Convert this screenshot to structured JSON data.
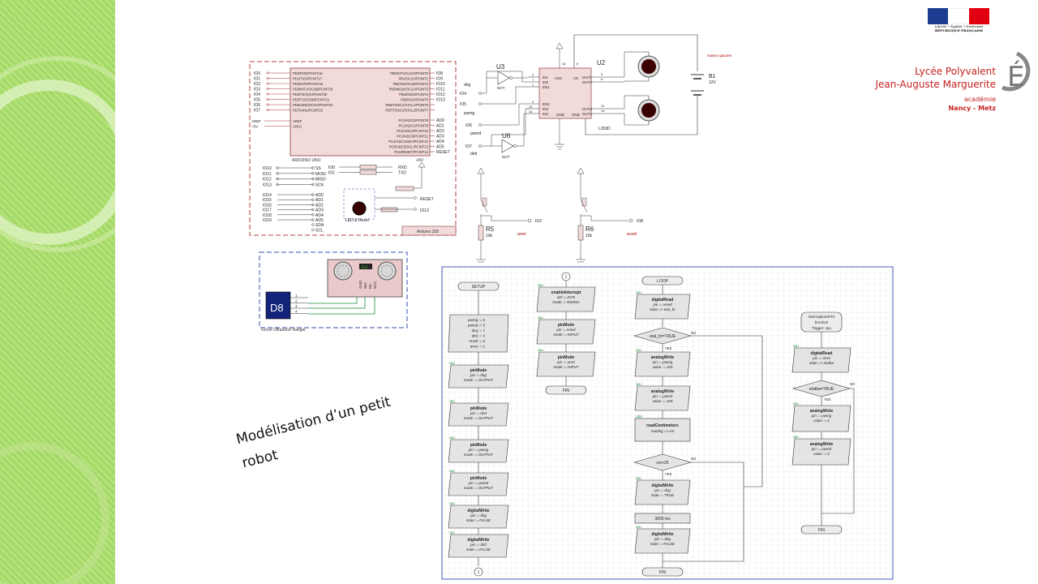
{
  "header": {
    "rf_motto": "Liberté • Égalité • Fraternité",
    "rf_name": "RÉPUBLIQUE FRANÇAISE",
    "school_line1": "Lycée Polyvalent",
    "school_line2": "Jean-Auguste Marguerite",
    "academie": "académie",
    "academie_city": "Nancy - Metz",
    "logo_letter": "É",
    "colors": {
      "blue": "#1f3c93",
      "red": "#e1000f",
      "school": "#c42020"
    }
  },
  "caption": {
    "line1": "Modélisation d’un petit",
    "line2": "robot"
  },
  "arduino": {
    "title": "ARDUINO UNO",
    "board_label": "Arduino 328",
    "left_io": [
      "IO0",
      "IO1",
      "IO2",
      "IO3",
      "IO4",
      "IO5",
      "IO6",
      "IO7"
    ],
    "left_pins": [
      "PD0/RXD/PCINT16",
      "PD1/TXD/PCINT17",
      "PD2/INT0/PCINT18",
      "PD3/INT1/OC2B/PCINT19",
      "PD4/T0/XCK/PCINT20",
      "PD5/T1/OC0B/PCINT21",
      "PD6/AIN0/OC0A/PCINT22",
      "PD7/AIN1/PCINT23"
    ],
    "right_pins": [
      "PB0/ICP1/CLKO/PCINT0",
      "PB1/OC1A/PCINT1",
      "PB2/SS/OC1B/PCINT2",
      "PB3/MOSI/OC2A/PCINT3",
      "PB4/MISO/PCINT4",
      "PB5/SCK/PCINT5",
      "PB6/TOSC1/XTAL1/PCINT6",
      "PB7/TOSC2/XTAL2/PCINT7"
    ],
    "right_io": [
      "IO8",
      "IO9",
      "IO10",
      "IO11",
      "IO12",
      "IO13",
      "",
      ""
    ],
    "aref": [
      "AREF",
      "AVCC"
    ],
    "aref_left": [
      "AREF",
      "+5V"
    ],
    "adc_pins": [
      "PC0/ADC0/PCINT8",
      "PC1/ADC1/PCINT9",
      "PC2/ADC2/PCINT10",
      "PC3/ADC3/PCINT11",
      "PC4/ADC4/SDA/PCINT12",
      "PC5/ADC5/SCL/PCINT13",
      "PC6/RESET/PCINT14"
    ],
    "adc_io": [
      "AD0",
      "AD1",
      "AD2",
      "AD3",
      "AD4",
      "AD5",
      "RESET"
    ],
    "spi_left": [
      "IO10",
      "IO11",
      "IO12",
      "IO13"
    ],
    "spi_right": [
      "SS",
      "MOSI",
      "MISO",
      "SCK"
    ],
    "uart_left": [
      "IO0",
      "IO1"
    ],
    "uart_right": [
      "RXD",
      "TXD"
    ],
    "analog_left": [
      "IO14",
      "IO15",
      "IO16",
      "IO17",
      "IO18",
      "IO19"
    ],
    "analog_right": [
      "AD0",
      "AD1",
      "AD2",
      "AD3",
      "AD4",
      "AD5",
      "SDA",
      "SCL"
    ],
    "reset_label": "RESET",
    "io13_label": "IO13",
    "led_reset": "LED & Reset",
    "plus5": "+5V"
  },
  "driver": {
    "u3": "U3",
    "u6": "U6",
    "not_label": "NOT",
    "inputs_left": [
      "dirg",
      "IO4",
      "IO5",
      "pwmg",
      "IO6",
      "pwmd",
      "IO7",
      "dird"
    ],
    "chip_left": [
      "IN1",
      "IN2",
      "EN1",
      "EN2",
      "IN3",
      "IN4"
    ],
    "chip_top": [
      "VSS",
      "VS"
    ],
    "chip_right": [
      "OUT1",
      "OUT2",
      "OUT3",
      "OUT4"
    ],
    "chip_bottom": [
      "GND",
      "GND"
    ],
    "chip_name": "L293D",
    "pin_numbers": [
      "2",
      "7",
      "1",
      "9",
      "10",
      "15",
      "16",
      "8",
      "3",
      "6",
      "11",
      "14"
    ],
    "u2": "U2",
    "motor_label": "moteur gauche",
    "battery": "B1",
    "battery_value": "12V"
  },
  "sensors": {
    "r5": "R5",
    "r5_value": "10k",
    "r5_io": "IO2",
    "r5_name": "arret",
    "r6": "R6",
    "r6_value": "10k",
    "r6_io": "IO8",
    "r6_name": "reveil"
  },
  "ultrasonic": {
    "module": "D8",
    "label": "Grove Ultrasonic Ranger",
    "display": "0.3",
    "pins": [
      "1",
      "2",
      "3",
      "4"
    ],
    "chip_pins": [
      "GND",
      "SIG",
      "NC",
      "VCC"
    ]
  },
  "flowchart": {
    "tag": "cpu",
    "setup": {
      "title": "SETUP",
      "assign": [
        "pwmg := 6",
        "pwmd := 5",
        "dirg := 7",
        "dird := 4",
        "reveil := 8",
        "arret := 2"
      ],
      "blocks": [
        {
          "title": "pinMode",
          "l1": "pin := dirg",
          "l2": "mode := OUTPUT"
        },
        {
          "title": "pinMode",
          "l1": "pin := dird",
          "l2": "mode := OUTPUT"
        },
        {
          "title": "pinMode",
          "l1": "pin := pwmg",
          "l2": "mode := OUTPUT"
        },
        {
          "title": "pinMode",
          "l1": "pin := pwmd",
          "l2": "mode := OUTPUT"
        },
        {
          "title": "digitalWrite",
          "l1": "pin := dirg",
          "l2": "state := FALSE"
        },
        {
          "title": "digitalWrite",
          "l1": "pin := dird",
          "l2": "state := FALSE"
        }
      ],
      "connector": "1"
    },
    "middle": {
      "connector": "1",
      "blocks": [
        {
          "title": "enableInterrupt",
          "l1": "intf := INT0",
          "l2": "mode := RISING"
        },
        {
          "title": "pinMode",
          "l1": "pin := reveil",
          "l2": "mode := INPUT"
        },
        {
          "title": "pinMode",
          "l1": "pin := arret",
          "l2": "mode := INPUT"
        }
      ],
      "end": "FIN"
    },
    "loop": {
      "title": "LOOP",
      "read": {
        "title": "digitalRead",
        "l1": "pin := reveil",
        "l2": "state => etat_br"
      },
      "cond1": "etat_br=TRUE",
      "no": "NO",
      "yes": "YES",
      "aw1": {
        "title": "analogWrite",
        "l1": "pin := pwmg",
        "l2": "value := 100"
      },
      "aw2": {
        "title": "analogWrite",
        "l1": "pin := pwmd",
        "l2": "value := 100"
      },
      "us_tag": "UB1",
      "us": {
        "title": "readCentimeters",
        "l1": "reading => cm"
      },
      "cond2": "cm<25",
      "dw1": {
        "title": "digitalWrite",
        "l1": "pin := dirg",
        "l2": "state := TRUE"
      },
      "delay": "3000 ms",
      "dw2": {
        "title": "digitalWrite",
        "l1": "pin := dirg",
        "l2": "state := FALSE"
      },
      "end": "FIN"
    },
    "interrupt": {
      "title1": "interruptionINT0",
      "title2": "broche2",
      "title3": "Trigger: cpu",
      "read": {
        "title": "digitalRead",
        "l1": "pin := arret",
        "l2": "state => etatba"
      },
      "cond": "etatba=TRUE",
      "aw1": {
        "title": "analogWrite",
        "l1": "pin := pwmg",
        "l2": "value := 0"
      },
      "aw2": {
        "title": "analogWrite",
        "l1": "pin := pwmd",
        "l2": "value := 0"
      },
      "end": "FIN"
    }
  }
}
